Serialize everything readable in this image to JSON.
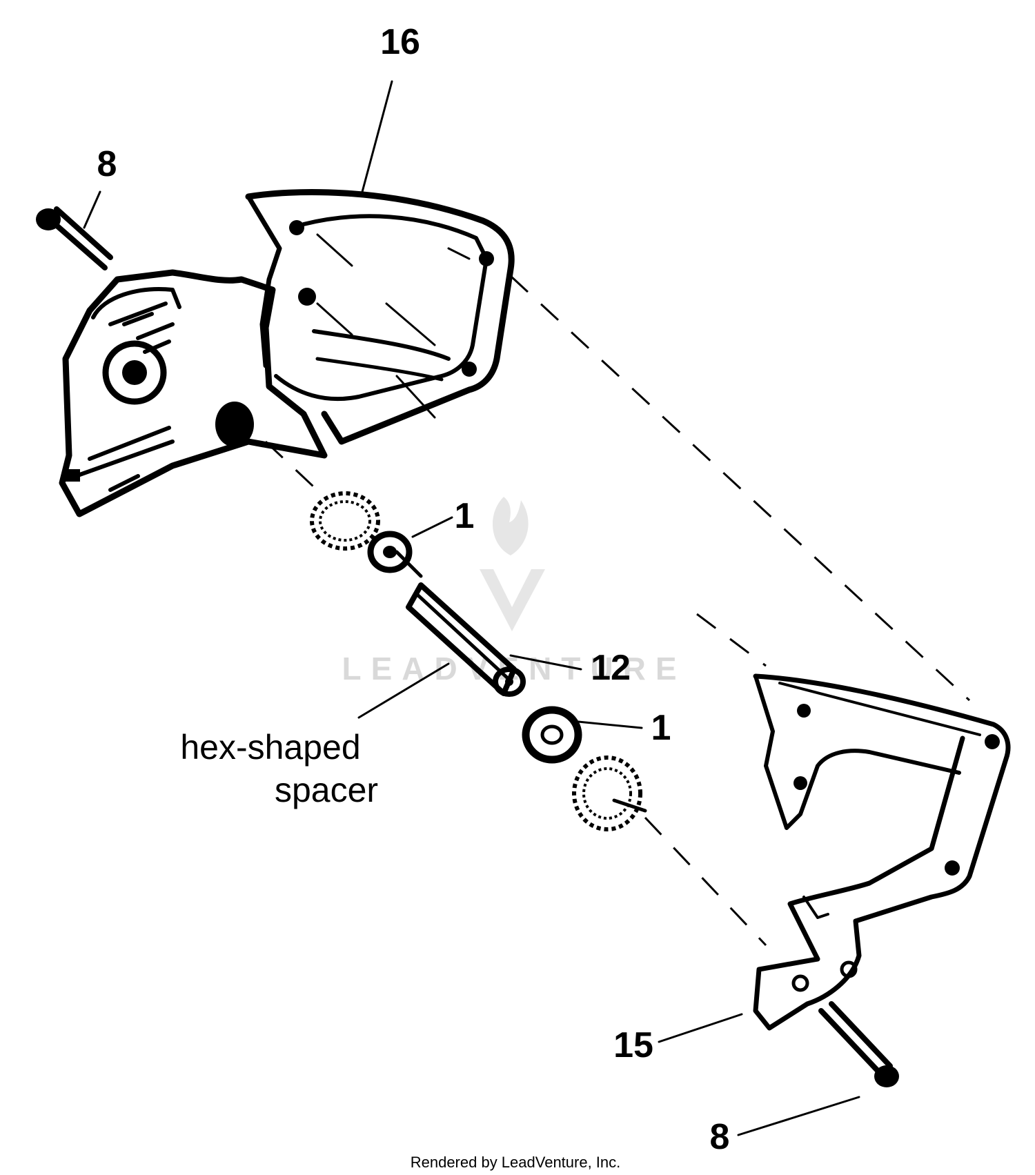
{
  "callouts": {
    "item_16": "16",
    "item_8_top": "8",
    "item_1_upper": "1",
    "item_12": "12",
    "item_1_lower": "1",
    "item_15": "15",
    "item_8_bottom": "8"
  },
  "note": {
    "line1": "hex-shaped",
    "line2": "spacer"
  },
  "watermark": "LEADVENTURE",
  "footer": "Rendered by LeadVenture, Inc."
}
